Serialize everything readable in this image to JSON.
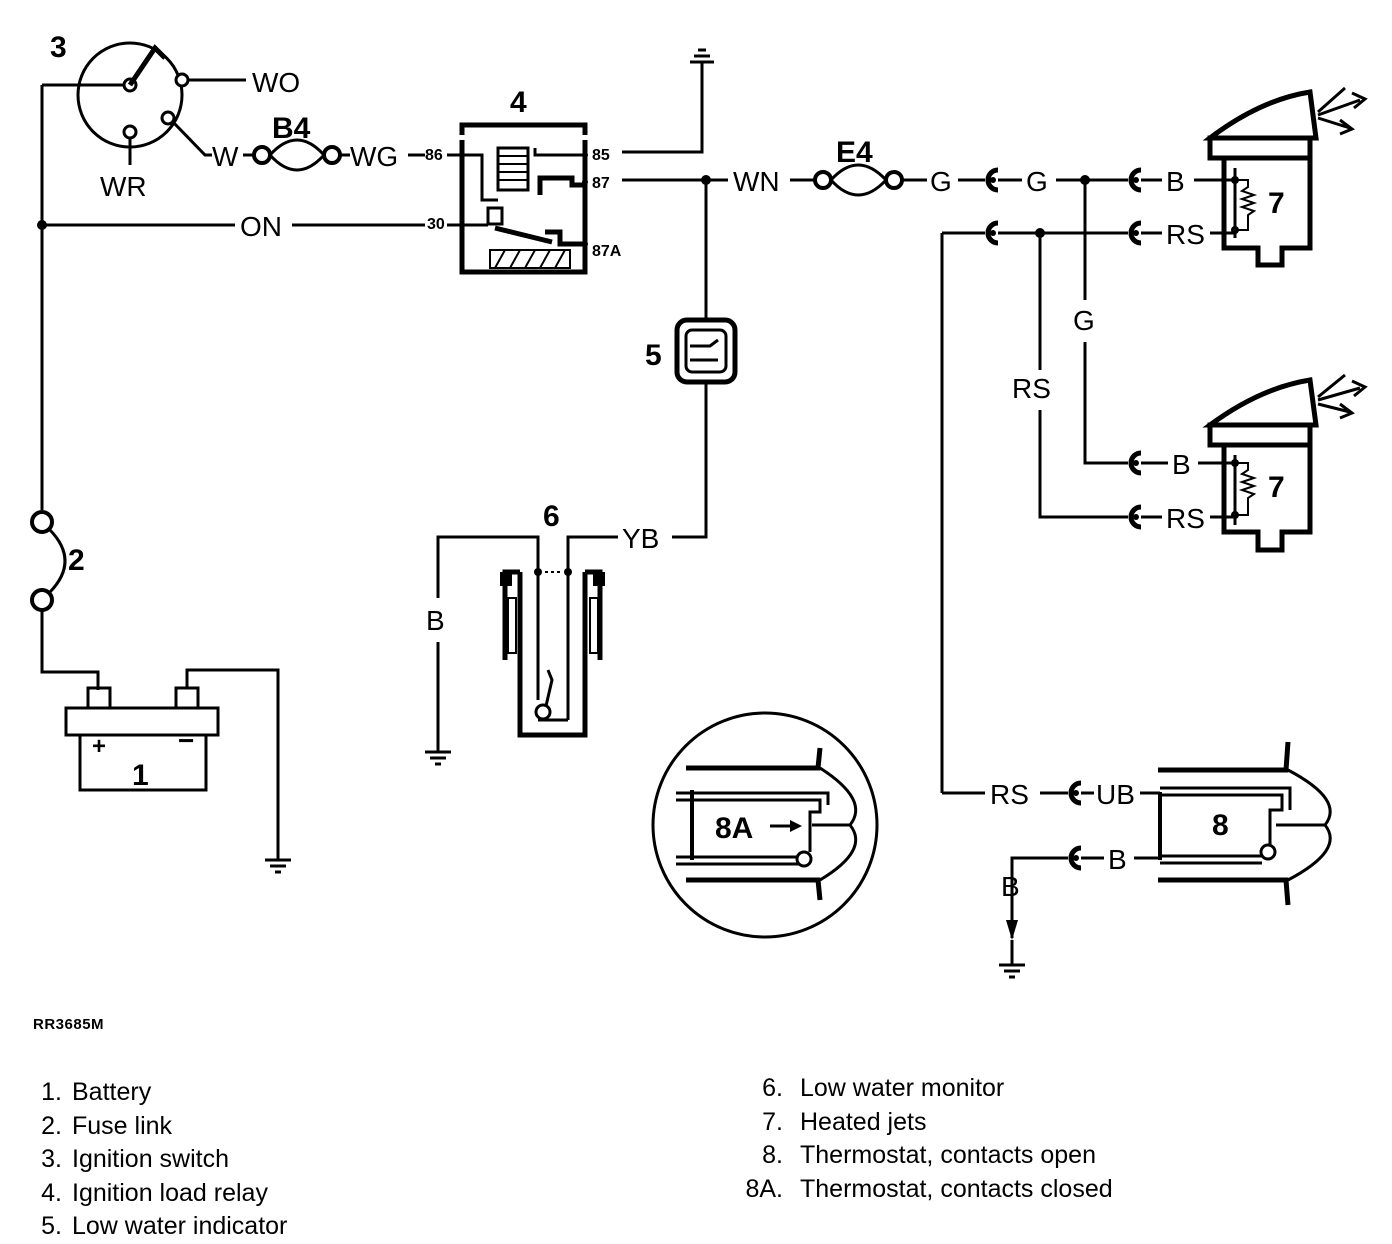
{
  "figure_ref": "RR3685M",
  "components": {
    "battery": {
      "number": "1",
      "plus": "+",
      "minus": "−"
    },
    "fuse_link": {
      "number": "2"
    },
    "ignition_switch": {
      "number": "3"
    },
    "relay": {
      "number": "4",
      "pin_86": "86",
      "pin_85": "85",
      "pin_87": "87",
      "pin_30": "30",
      "pin_87a": "87A"
    },
    "low_water_indicator": {
      "number": "5"
    },
    "low_water_monitor": {
      "number": "6"
    },
    "heated_jet_upper": {
      "number": "7"
    },
    "heated_jet_lower": {
      "number": "7"
    },
    "thermostat": {
      "number": "8"
    },
    "thermostat_closed_inset": {
      "number": "8A"
    }
  },
  "connectors": {
    "b4": "B4",
    "e4": "E4"
  },
  "wires": {
    "wo": "WO",
    "wr": "WR",
    "w": "W",
    "wg": "WG",
    "on": "ON",
    "wn": "WN",
    "g_a": "G",
    "g_b": "G",
    "g_c": "G",
    "b_jet1": "B",
    "rs_jet1": "RS",
    "rs_mid": "RS",
    "b_jet2": "B",
    "rs_jet2": "RS",
    "yb": "YB",
    "b_monitor": "B",
    "rs_thermo": "RS",
    "ub": "UB",
    "b_thermo": "B",
    "b_ground": "B"
  },
  "legend_left": [
    {
      "num": "1.",
      "text": "Battery"
    },
    {
      "num": "2.",
      "text": "Fuse link"
    },
    {
      "num": "3.",
      "text": "Ignition switch"
    },
    {
      "num": "4.",
      "text": "Ignition load relay"
    },
    {
      "num": "5.",
      "text": "Low water indicator"
    }
  ],
  "legend_right": [
    {
      "num": "6.",
      "text": "Low water monitor"
    },
    {
      "num": "7.",
      "text": "Heated jets"
    },
    {
      "num": "8.",
      "text": "Thermostat, contacts open"
    },
    {
      "num": "8A.",
      "text": "Thermostat, contacts closed"
    }
  ]
}
